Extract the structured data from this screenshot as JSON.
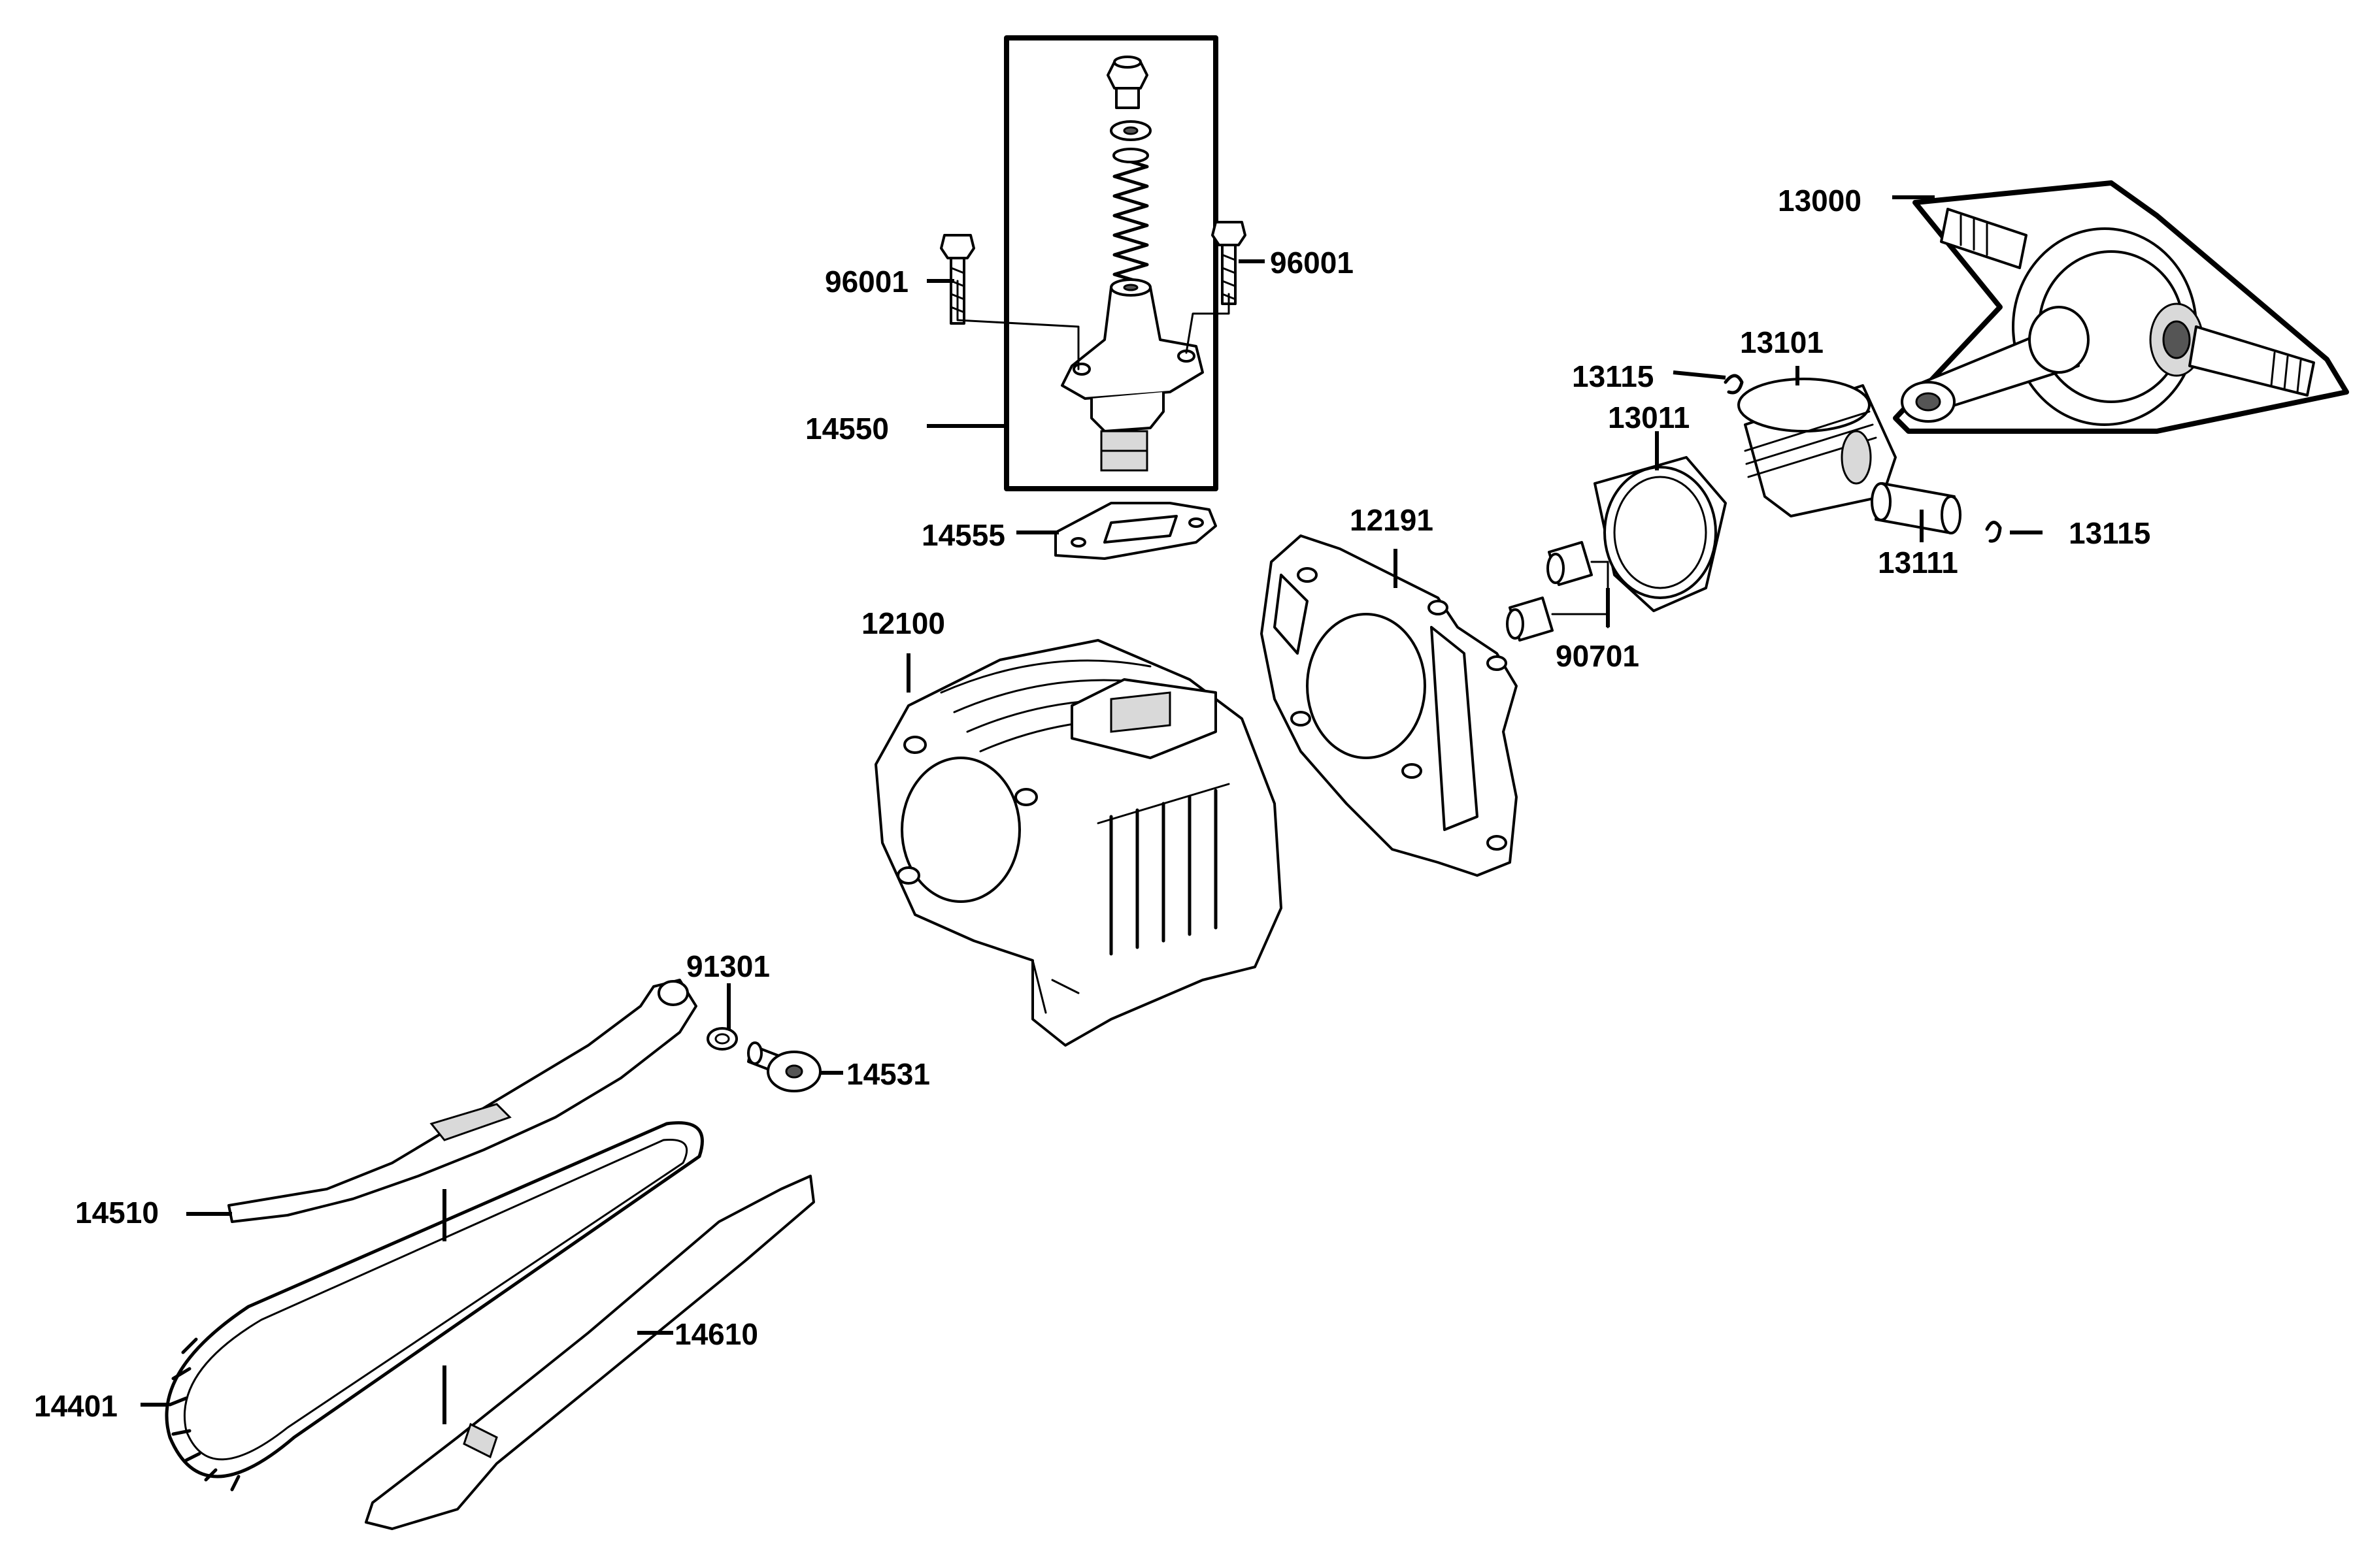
{
  "labels": {
    "l13000": "13000",
    "l96001a": "96001",
    "l96001b": "96001",
    "l14550": "14550",
    "l14555": "14555",
    "l13115a": "13115",
    "l13101": "13101",
    "l13011": "13011",
    "l13115b": "13115",
    "l13111": "13111",
    "l12191": "12191",
    "l12100": "12100",
    "l90701": "90701",
    "l91301": "91301",
    "l14531": "14531",
    "l14510": "14510",
    "l14610": "14610",
    "l14401": "14401"
  }
}
